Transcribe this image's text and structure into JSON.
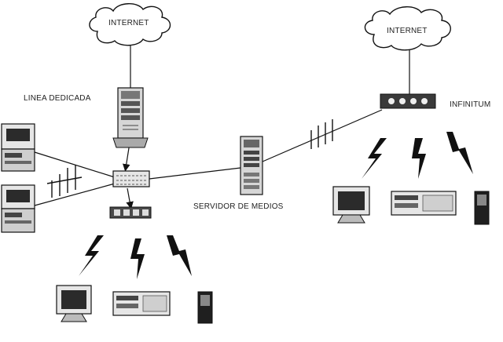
{
  "labels": {
    "internet_left": "INTERNET",
    "internet_right": "INTERNET",
    "dedicated_line": "LINEA DEDICADA",
    "media_server": "SERVIDOR DE MEDIOS",
    "infinitum": "INFINITUM"
  },
  "icons": {
    "cloud": "cloud-icon",
    "server_tower": "server-tower-icon",
    "network_switch": "network-switch-icon",
    "wireless_access_point": "wireless-access-point-icon",
    "dsl_modem": "dsl-modem-icon",
    "wireless_signal": "lightning-bolt-icon",
    "crt_monitor": "crt-monitor-icon",
    "desktop_computer": "desktop-computer-icon",
    "pda": "pda-icon",
    "firewall": "firewall-icon"
  },
  "colors": {
    "stroke": "#111111",
    "device_light": "#e6e6e6",
    "device_mid": "#9a9a9a",
    "device_dark": "#2b2b2b"
  }
}
